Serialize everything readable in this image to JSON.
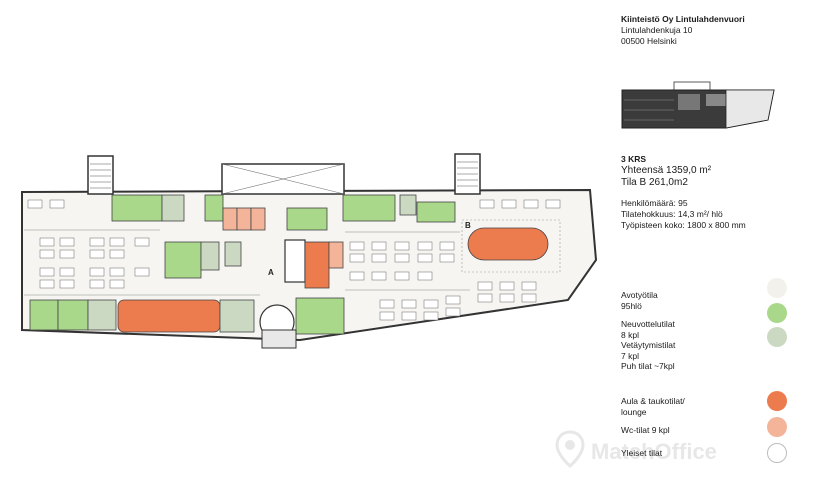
{
  "header": {
    "company": "Kiinteistö Oy Lintulahdenvuori",
    "street": "Lintulahdenkuja 10",
    "postal": "00500 Helsinki"
  },
  "stats": {
    "floor": "3 KRS",
    "total": "Yhteensä 1359,0 m²",
    "space": "Tila B 261,0m2",
    "persons": "Henkilömäärä: 95",
    "efficiency": "Tilatehokkuus: 14,3 m²/ hlö",
    "desk_size": "Työpisteen koko: 1800 x 800 mm"
  },
  "plan_labels": {
    "a": "A",
    "b": "B"
  },
  "legend": [
    {
      "id": "open-office",
      "lines": [
        "Avotyötila",
        "95hlö"
      ],
      "color": "#f3f1ec"
    },
    {
      "id": "meeting-rooms",
      "lines": [
        "Neuvottelutilat",
        "8 kpl"
      ],
      "color": "#a9d88b"
    },
    {
      "id": "focus-rooms",
      "lines": [
        "Vetäytymistilat",
        "7 kpl",
        "Puh tilat ~7kpl"
      ],
      "color": "#cbd8c2"
    },
    {
      "id": "lobby-lounge",
      "lines": [
        "Aula & taukotilat/",
        "lounge"
      ],
      "color": "#ec7b4e"
    },
    {
      "id": "wc",
      "lines": [
        "Wc-tilat 9 kpl"
      ],
      "color": "#f3b49a"
    },
    {
      "id": "common",
      "lines": [
        "Yleiset tilat"
      ],
      "color": "#ffffff"
    }
  ],
  "watermark": "MatchOffice"
}
